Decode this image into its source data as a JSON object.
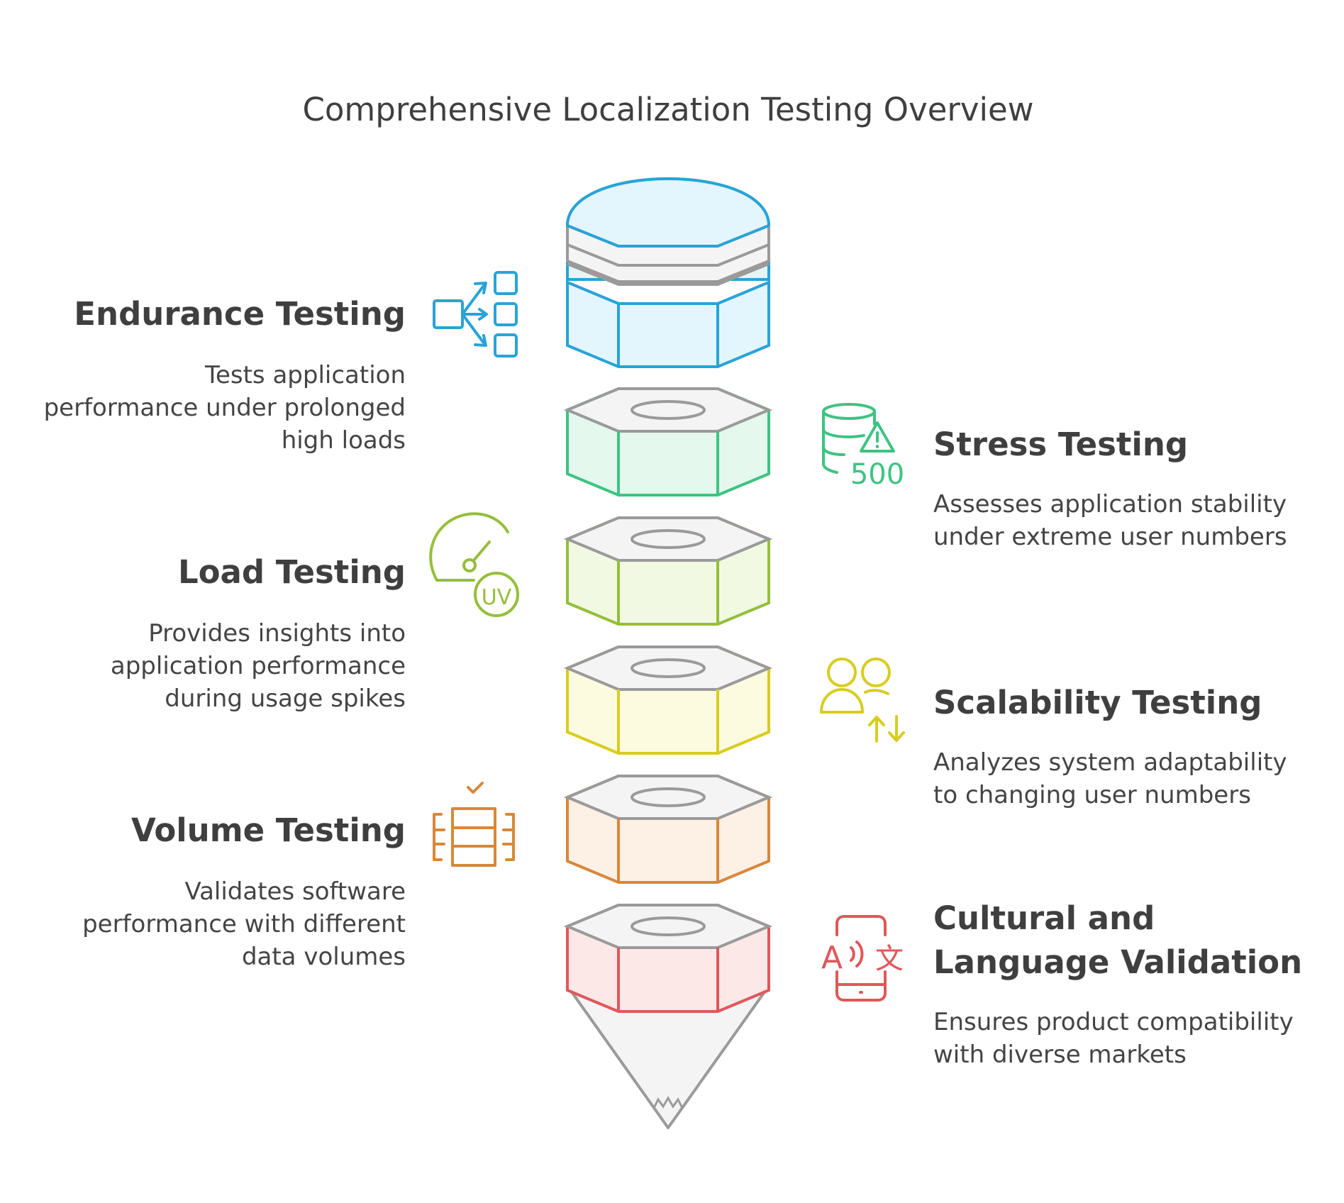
{
  "title": "Comprehensive Localization Testing Overview",
  "colors": {
    "blue": "#29a3d7",
    "green": "#3ec382",
    "lime": "#94bf3a",
    "yellow": "#d8cd1f",
    "orange": "#d7883a",
    "red": "#e0575a",
    "gray": "#9a9a9a"
  },
  "sections": [
    {
      "heading": "Endurance Testing",
      "desc": [
        "Tests application",
        "performance under prolonged",
        "high loads"
      ],
      "icon": "flow-diagram-icon"
    },
    {
      "heading": "Stress Testing",
      "desc": [
        "Assesses application stability",
        "under extreme user numbers"
      ],
      "icon": "database-warning-icon",
      "icon_text": "500"
    },
    {
      "heading": "Load Testing",
      "desc": [
        "Provides insights into",
        "application performance",
        "during usage spikes"
      ],
      "icon": "speedometer-icon",
      "icon_text": "UV"
    },
    {
      "heading": "Scalability Testing",
      "desc": [
        "Analyzes system adaptability",
        "to changing user numbers"
      ],
      "icon": "users-arrows-icon"
    },
    {
      "heading": "Volume Testing",
      "desc": [
        "Validates software",
        "performance with different",
        "data volumes"
      ],
      "icon": "server-rack-icon"
    },
    {
      "heading": [
        "Cultural and",
        "Language Validation"
      ],
      "desc": [
        "Ensures product compatibility",
        "with diverse markets"
      ],
      "icon": "phone-translate-icon",
      "icon_text": [
        "A",
        "文"
      ]
    }
  ]
}
